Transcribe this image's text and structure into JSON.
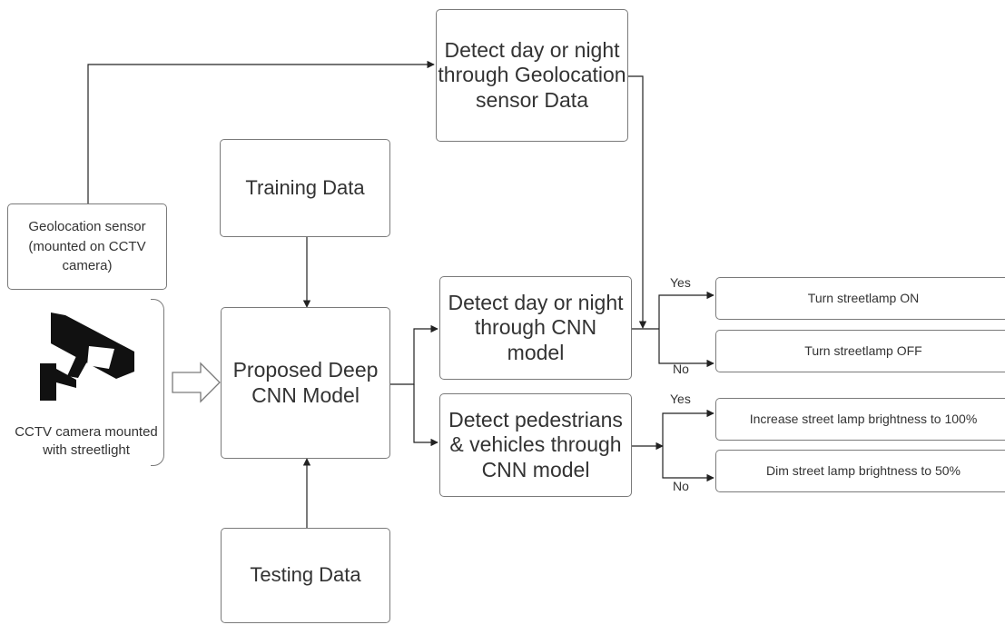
{
  "nodes": {
    "geo_detect": "Detect day or night through Geolocation sensor Data",
    "training": "Training Data",
    "geo_sensor": "Geolocation sensor (mounted on CCTV camera)",
    "deep_cnn": "Proposed Deep CNN Model",
    "cnn_daynight": "Detect day or night through CNN model",
    "cnn_pedestrian": "Detect pedestrians & vehicles through CNN model",
    "lamp_on": "Turn streetlamp ON",
    "lamp_off": "Turn streetlamp OFF",
    "brightness_100": "Increase street lamp brightness to 100%",
    "brightness_50": "Dim street lamp brightness to 50%",
    "testing": "Testing Data"
  },
  "camera": {
    "caption": "CCTV camera mounted with streetlight",
    "icon": "cctv-camera-icon"
  },
  "branches": {
    "yes_1": "Yes",
    "no_1": "No",
    "yes_2": "Yes",
    "no_2": "No"
  },
  "colors": {
    "stroke": "#7a7a7a",
    "arrow": "#222222",
    "text": "#333333",
    "camera": "#111111"
  }
}
